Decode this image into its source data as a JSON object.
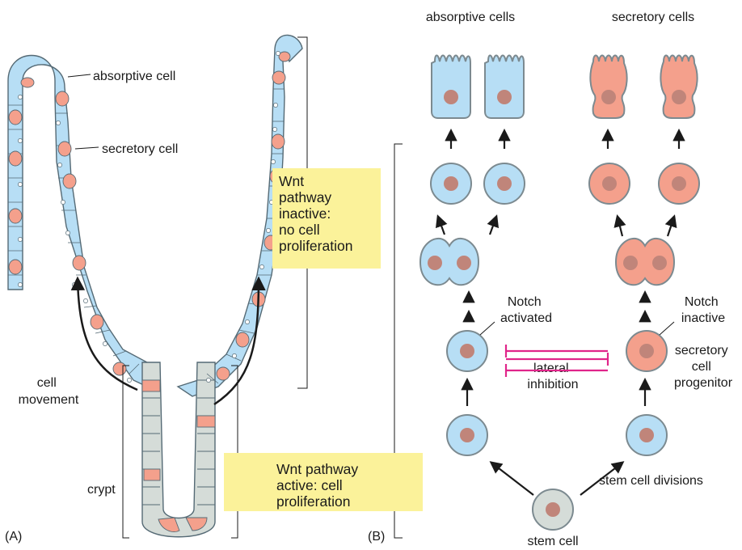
{
  "panel_a": {
    "label": "(A)",
    "absorptive_cell_label": "absorptive cell",
    "secretory_cell_label": "secretory cell",
    "cell_movement_label": [
      "cell",
      "movement"
    ],
    "crypt_label": "crypt",
    "wnt_inactive": [
      "Wnt",
      "pathway",
      "inactive:",
      "no cell",
      "proliferation"
    ],
    "wnt_active": [
      "Wnt pathway",
      "active: cell",
      "proliferation"
    ]
  },
  "panel_b": {
    "label": "(B)",
    "absorptive_cells_title": "absorptive cells",
    "secretory_cells_title": "secretory cells",
    "notch_activated": [
      "Notch",
      "activated"
    ],
    "notch_inactive": [
      "Notch",
      "inactive"
    ],
    "secretory_progenitor": [
      "secretory",
      "cell",
      "progenitor"
    ],
    "lateral_inhibition": [
      "lateral",
      "inhibition"
    ],
    "stem_cell_divisions": "stem cell divisions",
    "stem_cell": "stem cell"
  },
  "colors": {
    "absorptive": "#b7def5",
    "secretory": "#f4a08c",
    "stem": "#d5dcd8",
    "nucleus": "#c0857a",
    "inhibition": "#e0258a",
    "highlight": "#fbf29a",
    "outline": "#7c8a90"
  }
}
